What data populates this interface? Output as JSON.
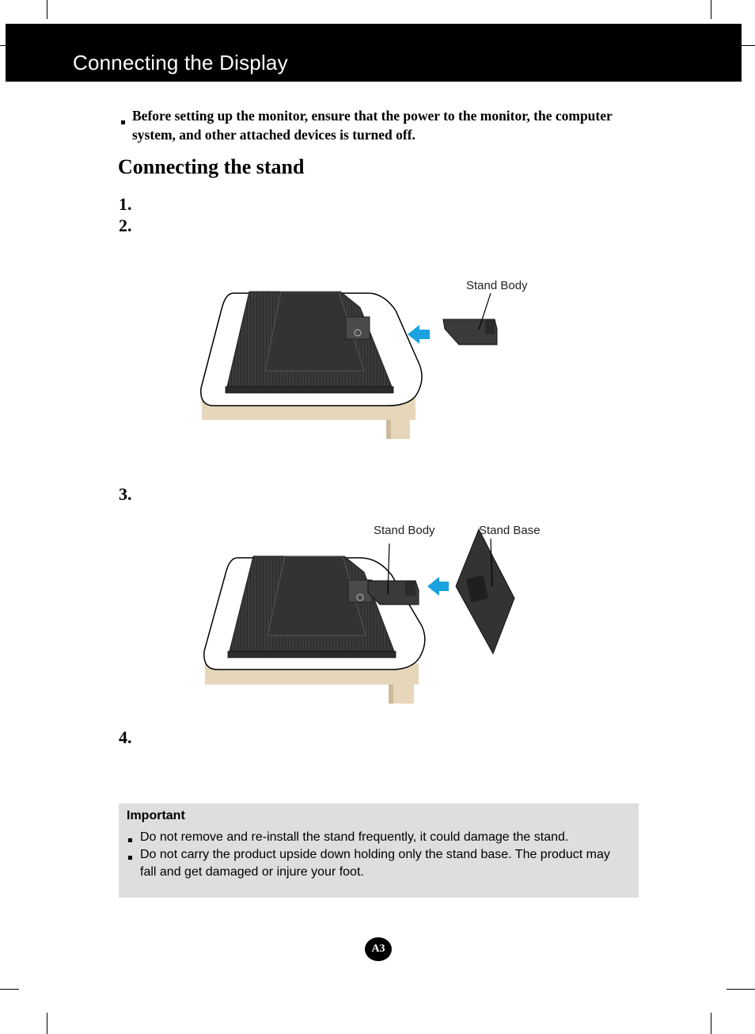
{
  "header": {
    "title": "Connecting the Display"
  },
  "intro": {
    "text": "Before setting up the monitor, ensure that the power to the monitor, the computer system, and other attached devices is turned off."
  },
  "section": {
    "title": "Connecting the stand"
  },
  "steps": [
    {
      "number": "1."
    },
    {
      "number": "2."
    },
    {
      "number": "3."
    },
    {
      "number": "4."
    }
  ],
  "figure1": {
    "stand_body_label": "Stand Body"
  },
  "figure2": {
    "stand_body_label": "Stand Body",
    "stand_base_label": "Stand Base"
  },
  "important": {
    "title": "Important",
    "items": [
      "Do not remove and re-install the stand frequently, it could damage the stand.",
      "Do not carry the product upside down holding only the stand base. The product may fall and get damaged or injure your foot."
    ]
  },
  "page": {
    "number": "A3"
  },
  "colors": {
    "arrow": "#1aa3e0",
    "table": "#e6d7bb",
    "monitor": "#3a3a3a"
  }
}
